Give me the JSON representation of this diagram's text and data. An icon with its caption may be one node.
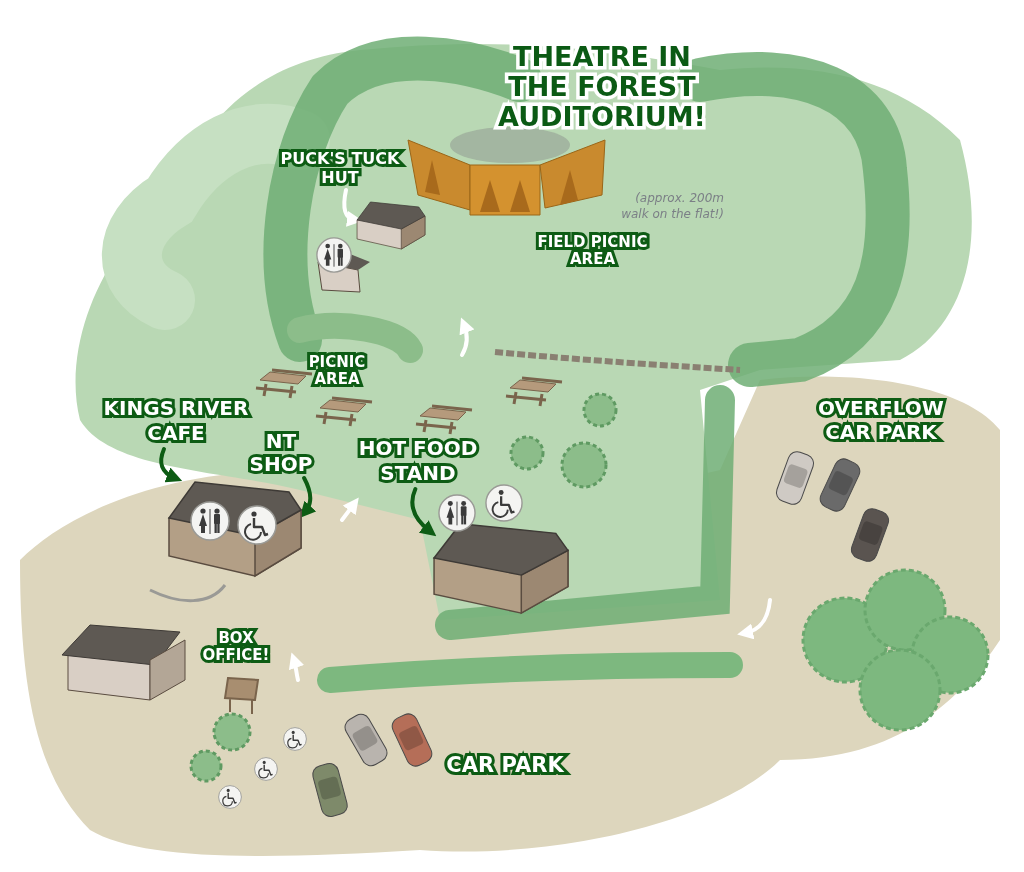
{
  "diagram": {
    "nodes": [
      {
        "text": [
          "PUCK'S TUCK HUT"
        ]
      },
      {
        "text": [],
        "shape": "picture"
      },
      {
        "text": [
          "KINGS RIVER CAFE"
        ]
      },
      {
        "text": [
          "NT SHOP"
        ]
      },
      {
        "text": [],
        "shape": "picture"
      },
      {
        "text": [
          "HOT FOOD STAND"
        ]
      },
      {
        "text": [],
        "shape": "picture"
      }
    ],
    "edges": [
      {
        "from": 0,
        "to": 1,
        "arrow": "to",
        "color": "#ffffff"
      },
      {
        "from": 2,
        "to": 4,
        "arrow": "to"
      },
      {
        "from": 3,
        "to": 4,
        "arrow": "to"
      },
      {
        "from": 5,
        "to": 6,
        "arrow": "to"
      }
    ],
    "labels": [
      "THEATRE IN THE FOREST AUDITORIUM!",
      "(approx. 200m walk on the flat!)",
      "FIELD PICNIC AREA",
      "PICNIC AREA",
      "OVERFLOW CAR PARK",
      "BOX OFFICE!",
      "CAR PARK"
    ]
  }
}
